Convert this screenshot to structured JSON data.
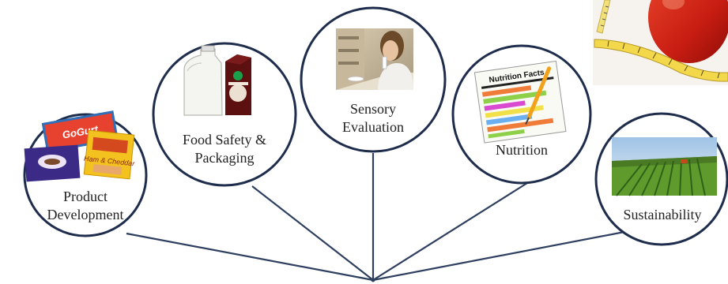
{
  "diagram": {
    "hub_label": "",
    "topics": [
      {
        "id": "product-development",
        "label": "Product\nDevelopment"
      },
      {
        "id": "food-safety-packaging",
        "label": "Food Safety &\nPackaging"
      },
      {
        "id": "sensory-evaluation",
        "label": "Sensory\nEvaluation"
      },
      {
        "id": "nutrition",
        "label": "Nutrition"
      },
      {
        "id": "sustainability",
        "label": "Sustainability"
      }
    ],
    "photo_text": {
      "gogurt_box": "GoGurt",
      "ham_cheese_box": "Ham & Cheddar",
      "nutrition_panel": "Nutrition Facts"
    },
    "colors": {
      "circle_stroke": "#1f2d4d",
      "connector_line": "#2e3f5f",
      "label_text": "#222222"
    }
  }
}
